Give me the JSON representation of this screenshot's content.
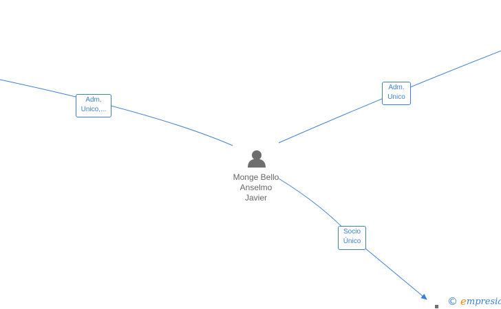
{
  "center_node": {
    "icon": "person-icon",
    "name_lines": [
      "Monge Bello",
      "Anselmo",
      "Javier"
    ]
  },
  "edges": [
    {
      "label_lines": [
        "Adm.",
        "Unico,..."
      ]
    },
    {
      "label_lines": [
        "Adm.",
        "Unico"
      ]
    },
    {
      "label_lines": [
        "Socio",
        "Único"
      ]
    }
  ],
  "brand": {
    "copyright_symbol": "©",
    "e_letter": "e",
    "rest": "mpresia"
  },
  "colors": {
    "edge": "#3a7fd5",
    "node_icon": "#6e6e6e",
    "name_text": "#666666",
    "brand_accent": "#f08a00"
  }
}
